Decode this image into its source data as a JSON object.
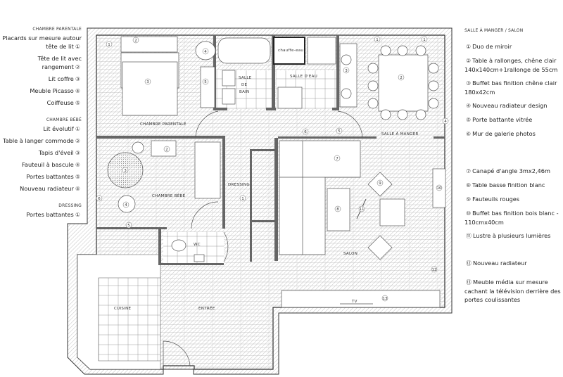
{
  "left_legend": {
    "sections": [
      {
        "title": "CHAMBRE PARENTALE",
        "items": [
          {
            "n": "①",
            "text": "Placards sur mesure autour  tête de lit"
          },
          {
            "n": "②",
            "text": "Tête de lit avec rangement"
          },
          {
            "n": "③",
            "text": "Lit coffre"
          },
          {
            "n": "④",
            "text": "Meuble Picasso"
          },
          {
            "n": "⑤",
            "text": "Coiffeuse"
          }
        ]
      },
      {
        "title": "CHAMBRE BÉBÉ",
        "items": [
          {
            "n": "①",
            "text": "Lit évolutif"
          },
          {
            "n": "②",
            "text": "Table à langer commode"
          },
          {
            "n": "③",
            "text": "Tapis d'éveil"
          },
          {
            "n": "④",
            "text": "Fauteuil à bascule"
          },
          {
            "n": "⑤",
            "text": "Portes battantes"
          },
          {
            "n": "⑥",
            "text": "Nouveau radiateur"
          }
        ]
      },
      {
        "title": "DRESSING",
        "items": [
          {
            "n": "①",
            "text": "Portes battantes"
          }
        ]
      }
    ]
  },
  "right_legend": {
    "title": "SALLE À MANGER / SALON",
    "items": [
      {
        "n": "①",
        "text": "Duo de miroir"
      },
      {
        "n": "②",
        "text": "Table à rallonges, chêne clair 140x140cm+1rallonge de 55cm"
      },
      {
        "n": "③",
        "text": "Buffet bas finition chêne clair 180x42cm"
      },
      {
        "n": "④",
        "text": "Nouveau radiateur design"
      },
      {
        "n": "⑤",
        "text": "Porte battante vitrée"
      },
      {
        "n": "⑥",
        "text": "Mur de galerie photos"
      },
      {
        "n": "⑦",
        "text": "Canapé d'angle 3mx2,46m"
      },
      {
        "n": "⑧",
        "text": "Table basse finition blanc"
      },
      {
        "n": "⑨",
        "text": "Fauteuils rouges"
      },
      {
        "n": "⑩",
        "text": "Buffet bas finition bois blanc - 110cmx40cm"
      },
      {
        "n": "⑪",
        "text": "Lustre à plusieurs lumières"
      },
      {
        "n": "⑫",
        "text": "Nouveau radiateur"
      },
      {
        "n": "⑬",
        "text": "Meuble média sur mesure cachant la télévision derrière des portes coulissantes"
      }
    ]
  },
  "plan": {
    "rooms": {
      "chambre_parentale": "CHAMBRE PARENTALE",
      "salle_de_bain": [
        "SALLE",
        "DE",
        "BAIN"
      ],
      "salle_d_eau": "SALLE D'EAU",
      "chauffe_eau": "chauffe-eau",
      "salle_a_manger": "SALLE À MANGER",
      "chambre_bebe": "CHAMBRE BÉBÉ",
      "dressing": "DRESSING",
      "wc": "WC",
      "salon": "SALON",
      "cuisine": "CUISINE",
      "entree": "ENTRÉE",
      "tv": "TV"
    },
    "markers": [
      "1",
      "2",
      "3",
      "4",
      "5",
      "1",
      "1",
      "2",
      "3",
      "4",
      "5",
      "6",
      "2",
      "3",
      "4",
      "5",
      "6",
      "1",
      "7",
      "8",
      "9",
      "10",
      "11",
      "12",
      "13"
    ]
  },
  "colors": {
    "wall": "#555555",
    "line": "#888888",
    "floor": "#bbbbbb"
  }
}
